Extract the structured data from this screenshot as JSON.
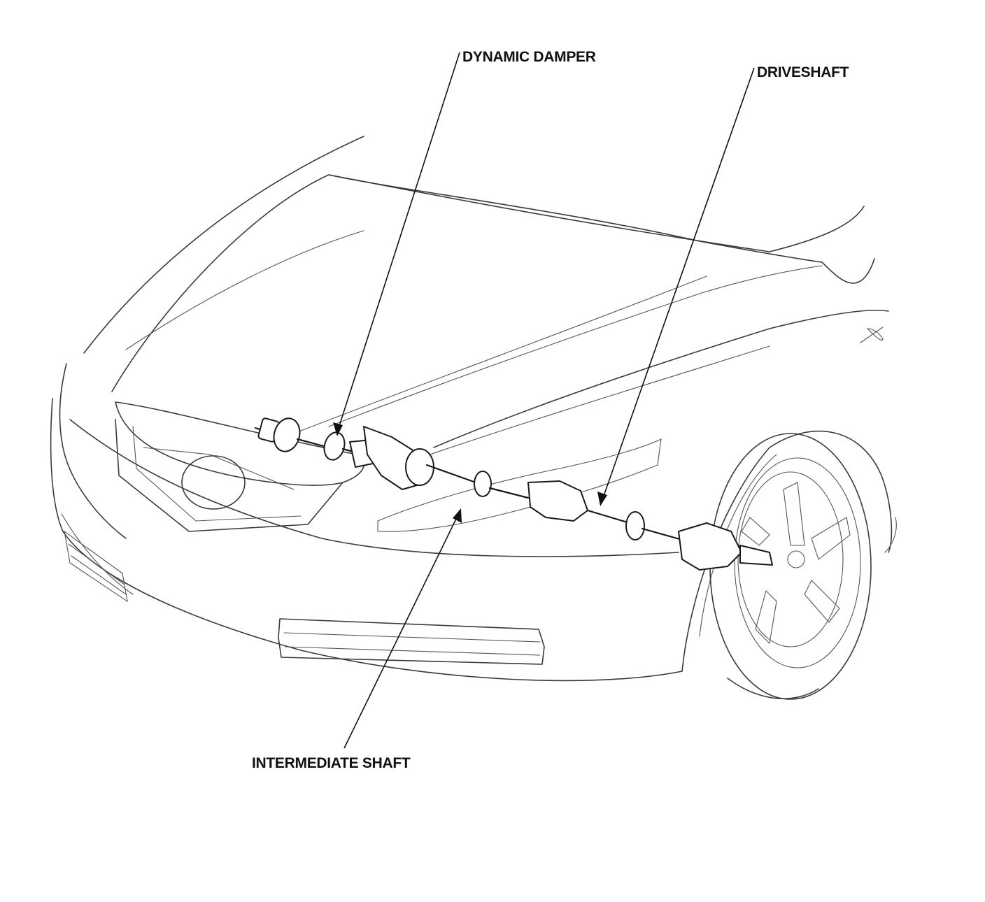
{
  "labels": {
    "dynamic_damper": "DYNAMIC DAMPER",
    "driveshaft": "DRIVESHAFT",
    "intermediate_shaft": "INTERMEDIATE SHAFT"
  },
  "colors": {
    "line": "#1a1a1a",
    "background": "#ffffff"
  }
}
